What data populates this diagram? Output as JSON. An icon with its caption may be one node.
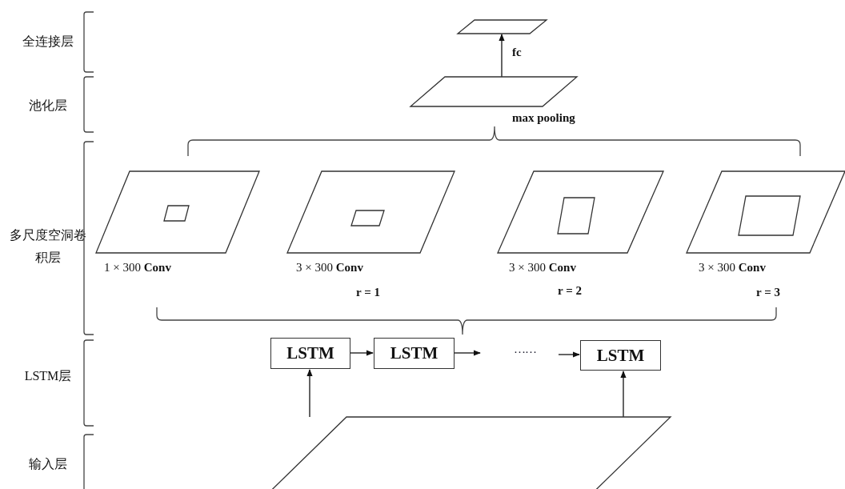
{
  "diagram": {
    "nodes": [
      {
        "text": [],
        "shape": "parallelogram"
      },
      {
        "text": [],
        "shape": "parallelogram",
        "beside": [
          "max pooling"
        ]
      },
      {
        "text": [],
        "shape": "parallelogram",
        "beside": [
          "1 × 300 **Conv**"
        ]
      },
      {
        "text": [],
        "shape": "parallelogram",
        "in": 2
      },
      {
        "text": [],
        "shape": "parallelogram",
        "beside": [
          "3 × 300 **Conv**",
          "r = 1"
        ]
      },
      {
        "text": [],
        "shape": "parallelogram",
        "in": 4
      },
      {
        "text": [],
        "shape": "parallelogram",
        "beside": [
          "3 × 300 **Conv**",
          "r = 2"
        ]
      },
      {
        "text": [],
        "shape": "parallelogram",
        "in": 6
      },
      {
        "text": [],
        "shape": "parallelogram",
        "beside": [
          "3 × 300 **Conv**",
          "r = 3"
        ]
      },
      {
        "text": [],
        "shape": "parallelogram",
        "in": 8
      },
      {
        "text": [
          "LSTM"
        ]
      },
      {
        "text": [
          "LSTM"
        ]
      },
      {
        "text": [
          "LSTM"
        ]
      },
      {
        "text": [],
        "shape": "parallelogram"
      }
    ],
    "edges": [
      {
        "from": 1,
        "to": 0,
        "arrow": "to",
        "label": "fc"
      },
      {
        "from": 10,
        "to": 11,
        "arrow": "to"
      },
      {
        "from": 11,
        "to": null,
        "arrow": "to"
      },
      {
        "from": null,
        "to": 12,
        "arrow": "to"
      },
      {
        "from": 13,
        "to": 10,
        "arrow": "to"
      },
      {
        "from": 13,
        "to": 12,
        "arrow": "to"
      }
    ],
    "labels": [
      "全连接层",
      "池化层",
      "多尺度空洞卷积层",
      "LSTM层",
      "输入层",
      "……"
    ]
  }
}
